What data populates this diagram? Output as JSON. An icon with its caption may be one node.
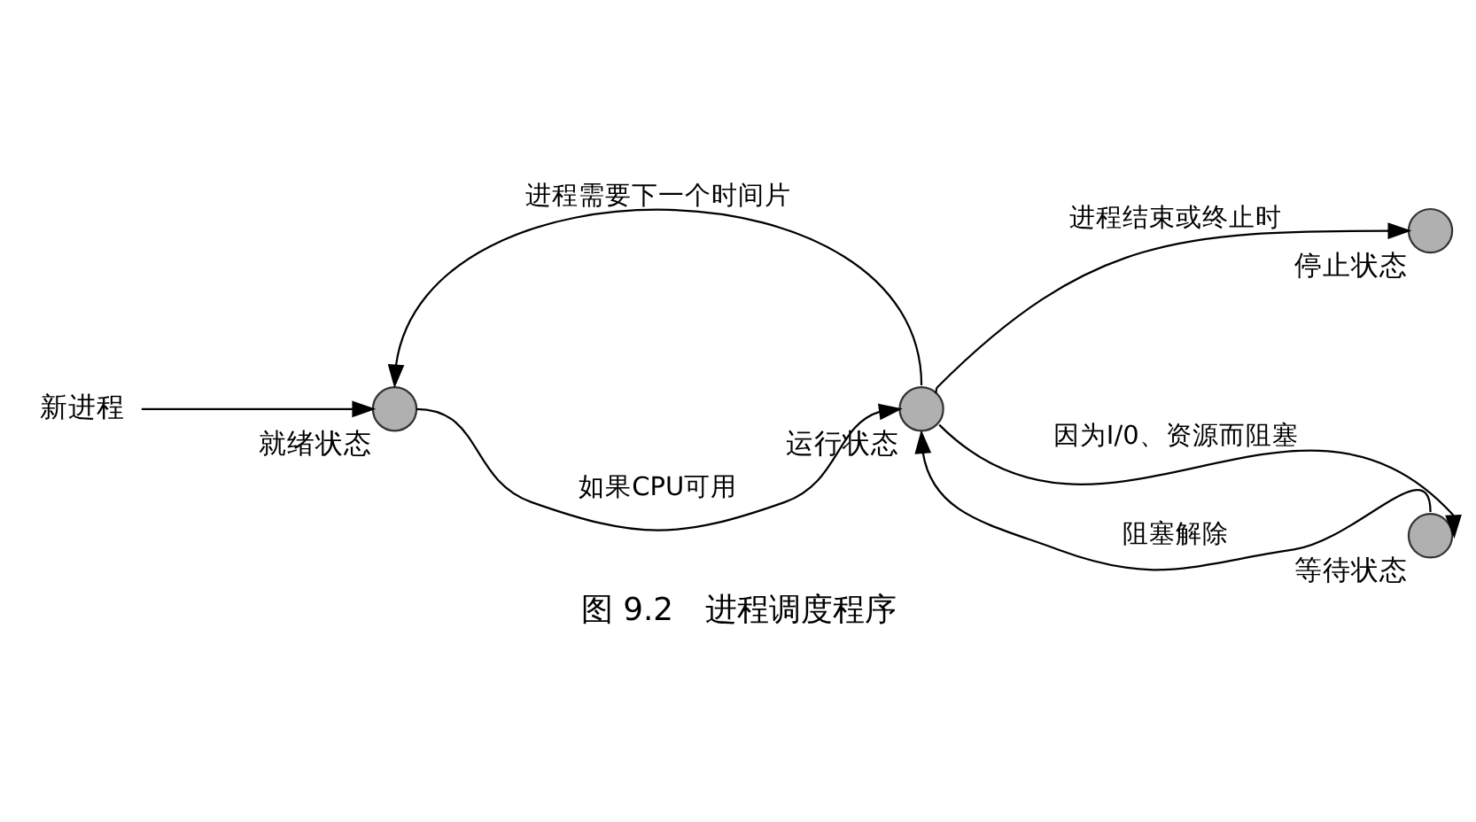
{
  "diagram": {
    "caption": "图 9.2　进程调度程序",
    "nodes": [
      {
        "text": [
          "新进程"
        ]
      },
      {
        "text": [],
        "shape": "circle",
        "beside": [
          "就绪状态"
        ]
      },
      {
        "text": [],
        "shape": "circle",
        "beside": [
          "运行状态"
        ]
      },
      {
        "text": [],
        "shape": "circle",
        "beside": [
          "停止状态"
        ]
      },
      {
        "text": [],
        "shape": "circle",
        "beside": [
          "等待状态"
        ]
      }
    ],
    "edges": [
      {
        "from": 0,
        "to": 1,
        "arrow": "to"
      },
      {
        "from": 1,
        "to": 2,
        "arrow": "to",
        "label": "如果CPU可用"
      },
      {
        "from": 2,
        "to": 1,
        "arrow": "to",
        "label": "进程需要下一个时间片"
      },
      {
        "from": 2,
        "to": 3,
        "arrow": "to",
        "label": "进程结束或终止时"
      },
      {
        "from": 2,
        "to": 4,
        "arrow": "to",
        "label": "因为I/0、资源而阻塞"
      },
      {
        "from": 4,
        "to": 2,
        "arrow": "to",
        "label": "阻塞解除"
      }
    ]
  }
}
